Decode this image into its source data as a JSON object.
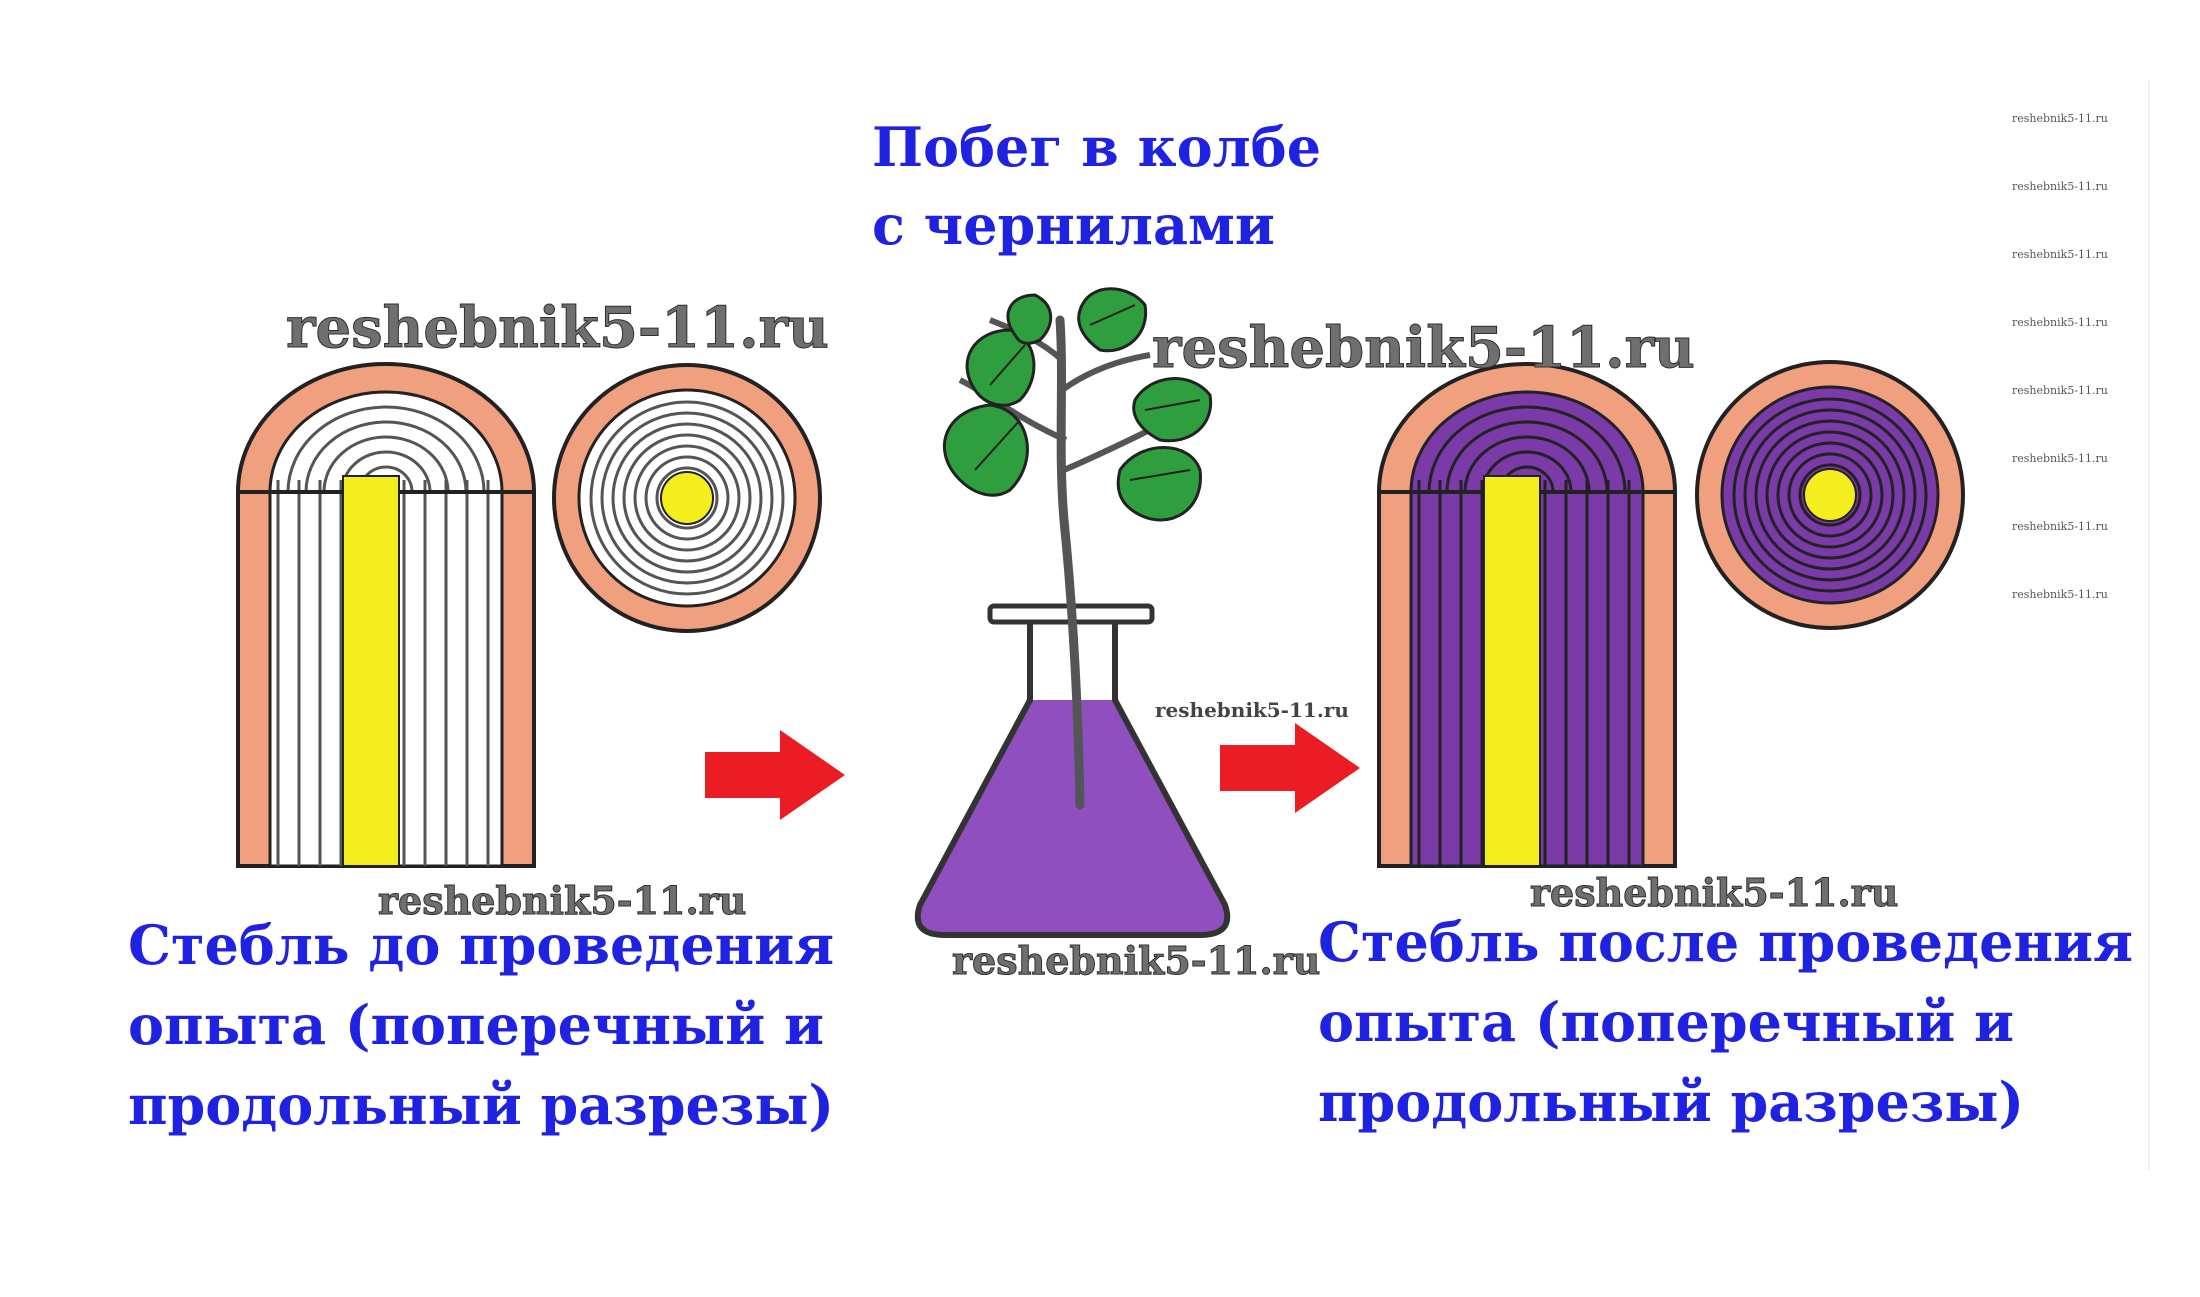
{
  "captions": {
    "flask": "Побег в колбе\nс чернилами",
    "before": "Стебль до проведения\nопыта (поперечный и\nпродольный разрезы)",
    "after": "Стебль после проведения\nопыта (поперечный и\nпродольный разрезы)"
  },
  "watermark": {
    "text": "reshebnik5-11.ru",
    "side_stack": [
      "reshebnik5-11.ru",
      "reshebnik5-11.ru",
      "reshebnik5-11.ru",
      "reshebnik5-11.ru",
      "reshebnik5-11.ru",
      "reshebnik5-11.ru",
      "reshebnik5-11.ru",
      "reshebnik5-11.ru"
    ]
  },
  "colors": {
    "caption_blue": "#1f22e0",
    "bark": "#f0a07e",
    "core_yellow": "#f5ee1f",
    "ink_purple": "#7a3aa8",
    "flask_liquid": "#8f4fbf",
    "leaf_green": "#2f9e3e",
    "arrow_red": "#ec1c24",
    "outline": "#222222"
  },
  "icons": [
    "right-arrow-icon",
    "right-arrow-icon"
  ]
}
